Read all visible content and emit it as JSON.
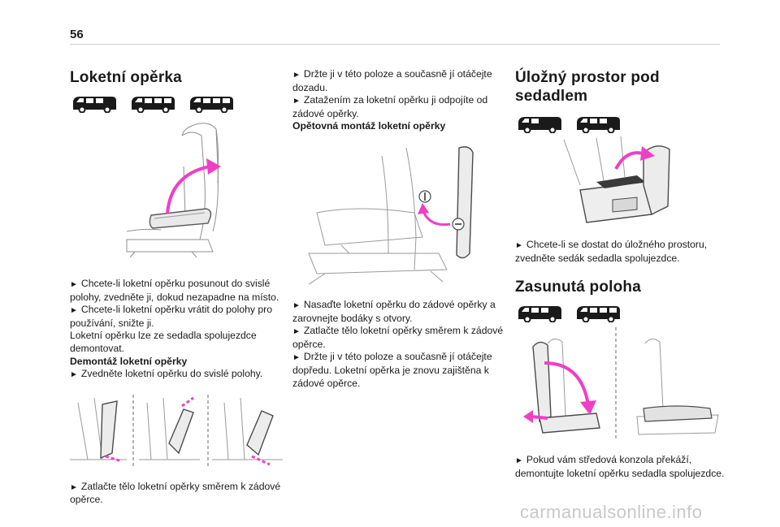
{
  "page": {
    "number": "56"
  },
  "left": {
    "title": "Loketní opěrka",
    "paragraphs": [
      {
        "arrow": true,
        "text": "Chcete-li loketní opěrku posunout do svislé polohy, zvedněte ji, dokud nezapadne na místo."
      },
      {
        "arrow": true,
        "text": "Chcete-li loketní opěrku vrátit do polohy pro používání, snižte ji."
      },
      {
        "arrow": false,
        "text": "Loketní opěrku lze ze sedadla spolujezdce demontovat."
      }
    ],
    "subheading": "Demontáž loketní opěrky",
    "sub_paragraphs": [
      {
        "arrow": true,
        "text": "Zvedněte loketní opěrku do svislé polohy."
      }
    ],
    "bottom_paragraph": "Zatlačte tělo loketní opěrky směrem k zádové opěrce."
  },
  "middle": {
    "paragraphs_top": [
      {
        "arrow": true,
        "text": "Držte ji v této poloze a současně jí otáčejte dozadu."
      },
      {
        "arrow": true,
        "text": "Zatažením za loketní opěrku ji odpojíte od zádové opěrky."
      }
    ],
    "subheading": "Opětovná montáž loketní opěrky",
    "paragraphs_bottom": [
      {
        "arrow": true,
        "text": "Nasaďte loketní opěrku do zádové opěrky a zarovnejte bodáky s otvory."
      },
      {
        "arrow": true,
        "text": "Zatlačte tělo loketní opěrky směrem k zádové opěrce."
      },
      {
        "arrow": true,
        "text": "Držte ji v této poloze a současně jí otáčejte dopředu. Loketní opěrka je znovu zajištěna k zádové opěrce."
      }
    ]
  },
  "right": {
    "title1": "Úložný prostor pod sedadlem",
    "paragraph1": "Chcete-li se dostat do úložného prostoru, zvedněte sedák sedadla spolujezdce.",
    "title2": "Zasunutá poloha",
    "paragraph2": "Pokud vám středová konzola překáží, demontujte loketní opěrku sedadla spolujezdce."
  },
  "symbols": {
    "arrow": "►"
  },
  "icons": [
    "van-icon",
    "van-icon",
    "van-icon",
    "van-icon",
    "van-icon",
    "van-icon",
    "van-icon"
  ],
  "colors": {
    "accent": "#ef3fc4",
    "text": "#1a1a1a",
    "line": "#8f8f8f",
    "icon": "#1a1a1a"
  },
  "watermark": "carmanualsonline.info"
}
